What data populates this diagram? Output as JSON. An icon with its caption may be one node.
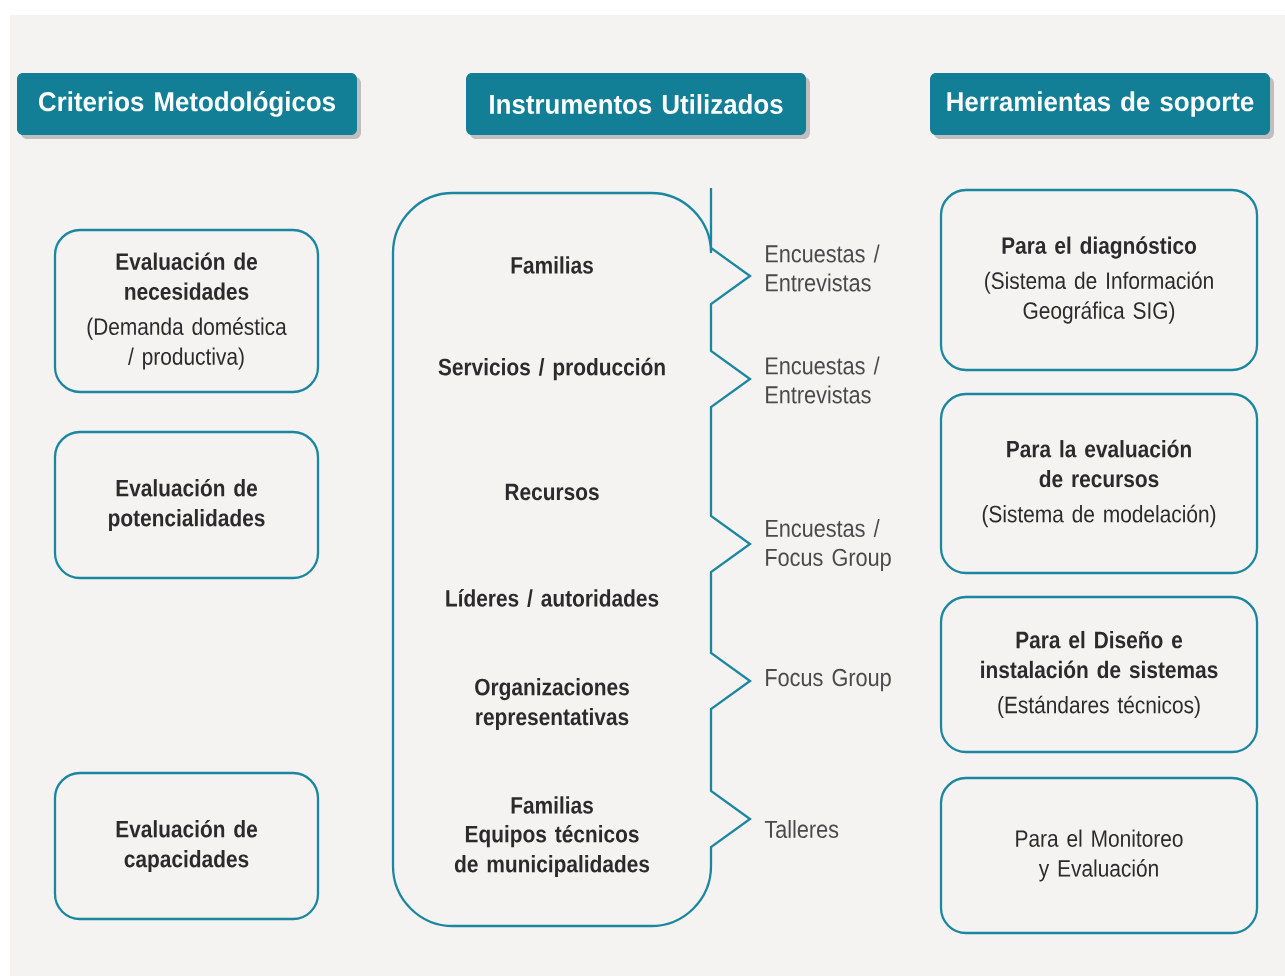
{
  "diagram": {
    "nodes": [
      {
        "text": [
          "Criterios Metodológicos"
        ]
      },
      {
        "text": [
          "Instrumentos Utilizados"
        ]
      },
      {
        "text": [
          "Herramientas de soporte"
        ]
      },
      {
        "text": [
          "Evaluación de necesidades",
          "(Demanda doméstica / productiva)"
        ]
      },
      {
        "text": [
          "Evaluación de potencialidades"
        ]
      },
      {
        "text": [
          "Evaluación de capacidades"
        ]
      },
      {
        "text": [
          "Familias",
          "Servicios / producción",
          "Recursos",
          "Líderes / autoridades",
          "Organizaciones representativas",
          "Familias",
          "Equipos técnicos de municipalidades"
        ],
        "beside": [
          "Encuestas / Entrevistas",
          "Encuestas / Entrevistas",
          "Encuestas / Focus Group",
          "Focus Group",
          "Talleres"
        ]
      },
      {
        "text": [
          "Para el diagnóstico",
          "(Sistema de Información Geográfica SIG)"
        ]
      },
      {
        "text": [
          "Para la evaluación de recursos",
          "(Sistema de modelación)"
        ]
      },
      {
        "text": [
          "Para el Diseño e instalación de sistemas",
          "(Estándares técnicos)"
        ]
      },
      {
        "text": [
          "Para el Monitoreo y Evaluación"
        ]
      }
    ],
    "edges": []
  }
}
